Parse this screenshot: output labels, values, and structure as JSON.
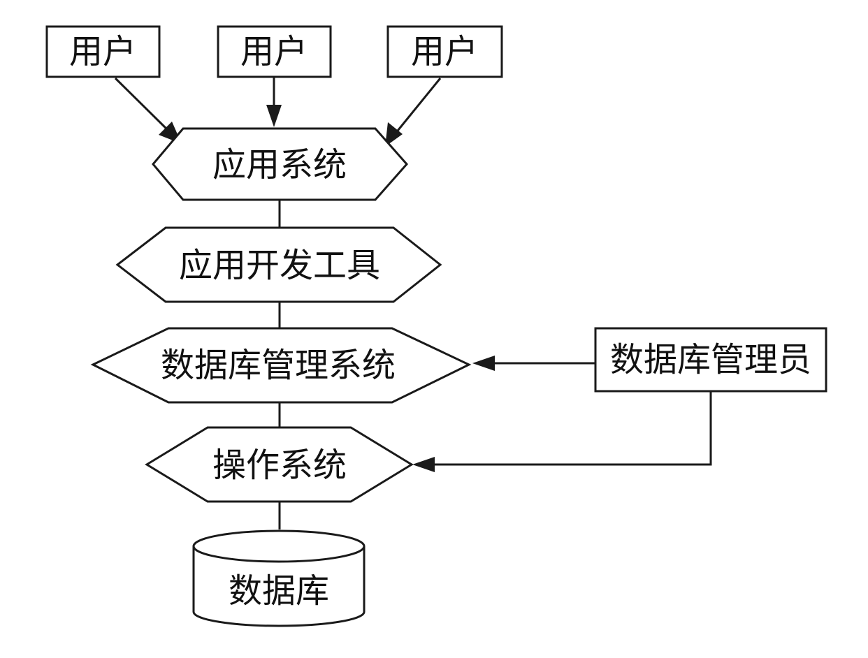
{
  "nodes": {
    "user_1": "用户",
    "user_2": "用户",
    "user_3": "用户",
    "application_system": "应用系统",
    "app_dev_tools": "应用开发工具",
    "dbms": "数据库管理系统",
    "dba": "数据库管理员",
    "operating_system": "操作系统",
    "database": "数据库"
  }
}
